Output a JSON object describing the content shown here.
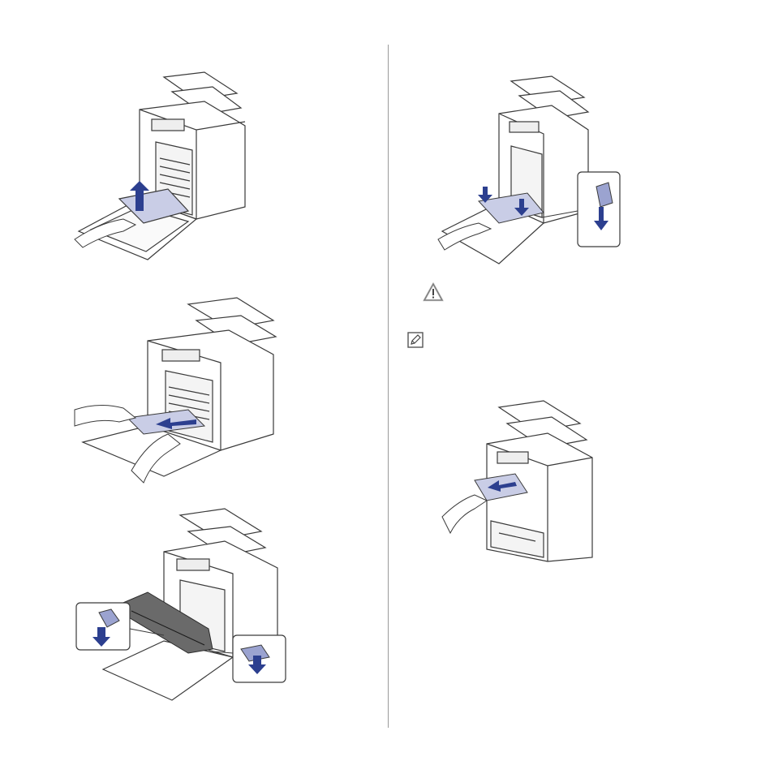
{
  "page": {
    "figures": [
      {
        "name": "remove-transfer-belt",
        "caption": ""
      },
      {
        "name": "pull-jammed-paper",
        "caption": ""
      },
      {
        "name": "reinsert-imaging-unit",
        "caption": ""
      },
      {
        "name": "reinsert-transfer-belt",
        "caption": ""
      },
      {
        "name": "remove-paper-from-output",
        "caption": ""
      }
    ],
    "icons": [
      "caution-icon",
      "note-icon"
    ],
    "colors": {
      "line": "#3a3a3a",
      "paper": "#c9cde6",
      "arrow": "#2c3f8f",
      "accent": "#9ba3d0"
    }
  }
}
